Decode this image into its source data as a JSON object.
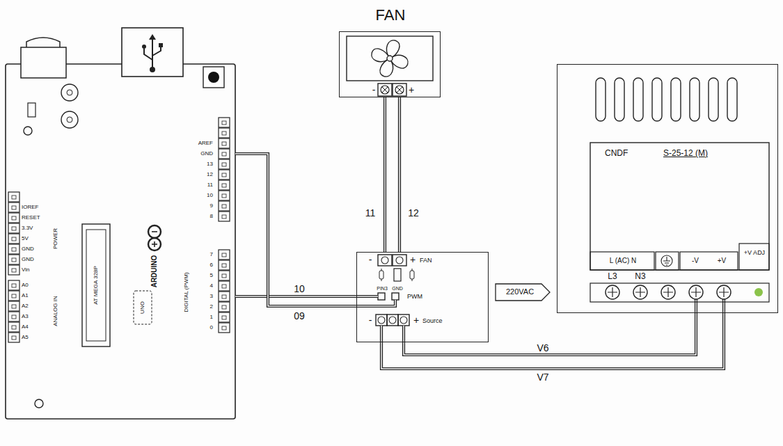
{
  "diagram": {
    "nodes": [
      {
        "text": [
          "AREF",
          "GND",
          "13",
          "12",
          "11",
          "10",
          "9",
          "8",
          "7",
          "6",
          "5",
          "4",
          "3",
          "2",
          "1",
          "0",
          "DIGITAL (PWM)",
          "ARDUINO",
          "AT MEGA 328P",
          "UNO",
          "IOREF",
          "RESET",
          "3.3V",
          "5V",
          "GND",
          "GND",
          "Vin",
          "POWER",
          "ANALOG IN",
          "A0",
          "A1",
          "A2",
          "A3",
          "A4",
          "A5"
        ]
      },
      {
        "text": [
          "FAN",
          "-",
          "+"
        ]
      },
      {
        "text": [
          "-",
          "+",
          "FAN",
          "PIN3",
          "GND",
          "PWM",
          "-",
          "+",
          "Source"
        ]
      },
      {
        "text": [
          "220VAC"
        ]
      },
      {
        "text": [
          "CNDF",
          "S-25-12 (M)",
          "L (AC) N",
          "-V",
          "+V",
          "+V ADJ"
        ]
      }
    ],
    "edges": [
      {
        "from": 1,
        "to": 2,
        "arrow": "none",
        "label": "11"
      },
      {
        "from": 1,
        "to": 2,
        "arrow": "none",
        "label": "12"
      },
      {
        "from": 0,
        "to": 2,
        "arrow": "none",
        "label": "10"
      },
      {
        "from": 0,
        "to": 2,
        "arrow": "none",
        "label": "09"
      },
      {
        "from": 2,
        "to": 4,
        "arrow": "none",
        "label": "V6"
      },
      {
        "from": 2,
        "to": 4,
        "arrow": "none",
        "label": "V7"
      }
    ],
    "labels": [
      "L3",
      "N3"
    ]
  }
}
